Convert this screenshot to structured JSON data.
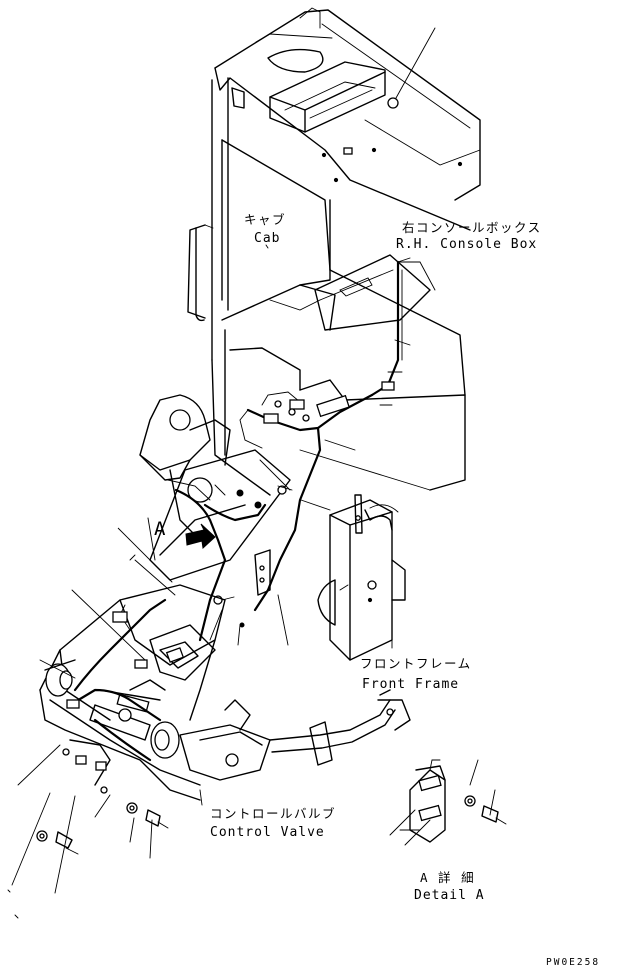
{
  "labels": {
    "cab_jp": "キャブ",
    "cab_en": "Cab",
    "console_jp": "右コンソールボックス",
    "console_en": "R.H. Console Box",
    "front_frame_jp": "フロントフレーム",
    "front_frame_en": "Front Frame",
    "control_valve_jp": "コントロールバルブ",
    "control_valve_en": "Control Valve",
    "view_marker": "A",
    "detail_jp": "A 詳 細",
    "detail_en": "Detail A"
  },
  "drawing_code": "PW0E258"
}
